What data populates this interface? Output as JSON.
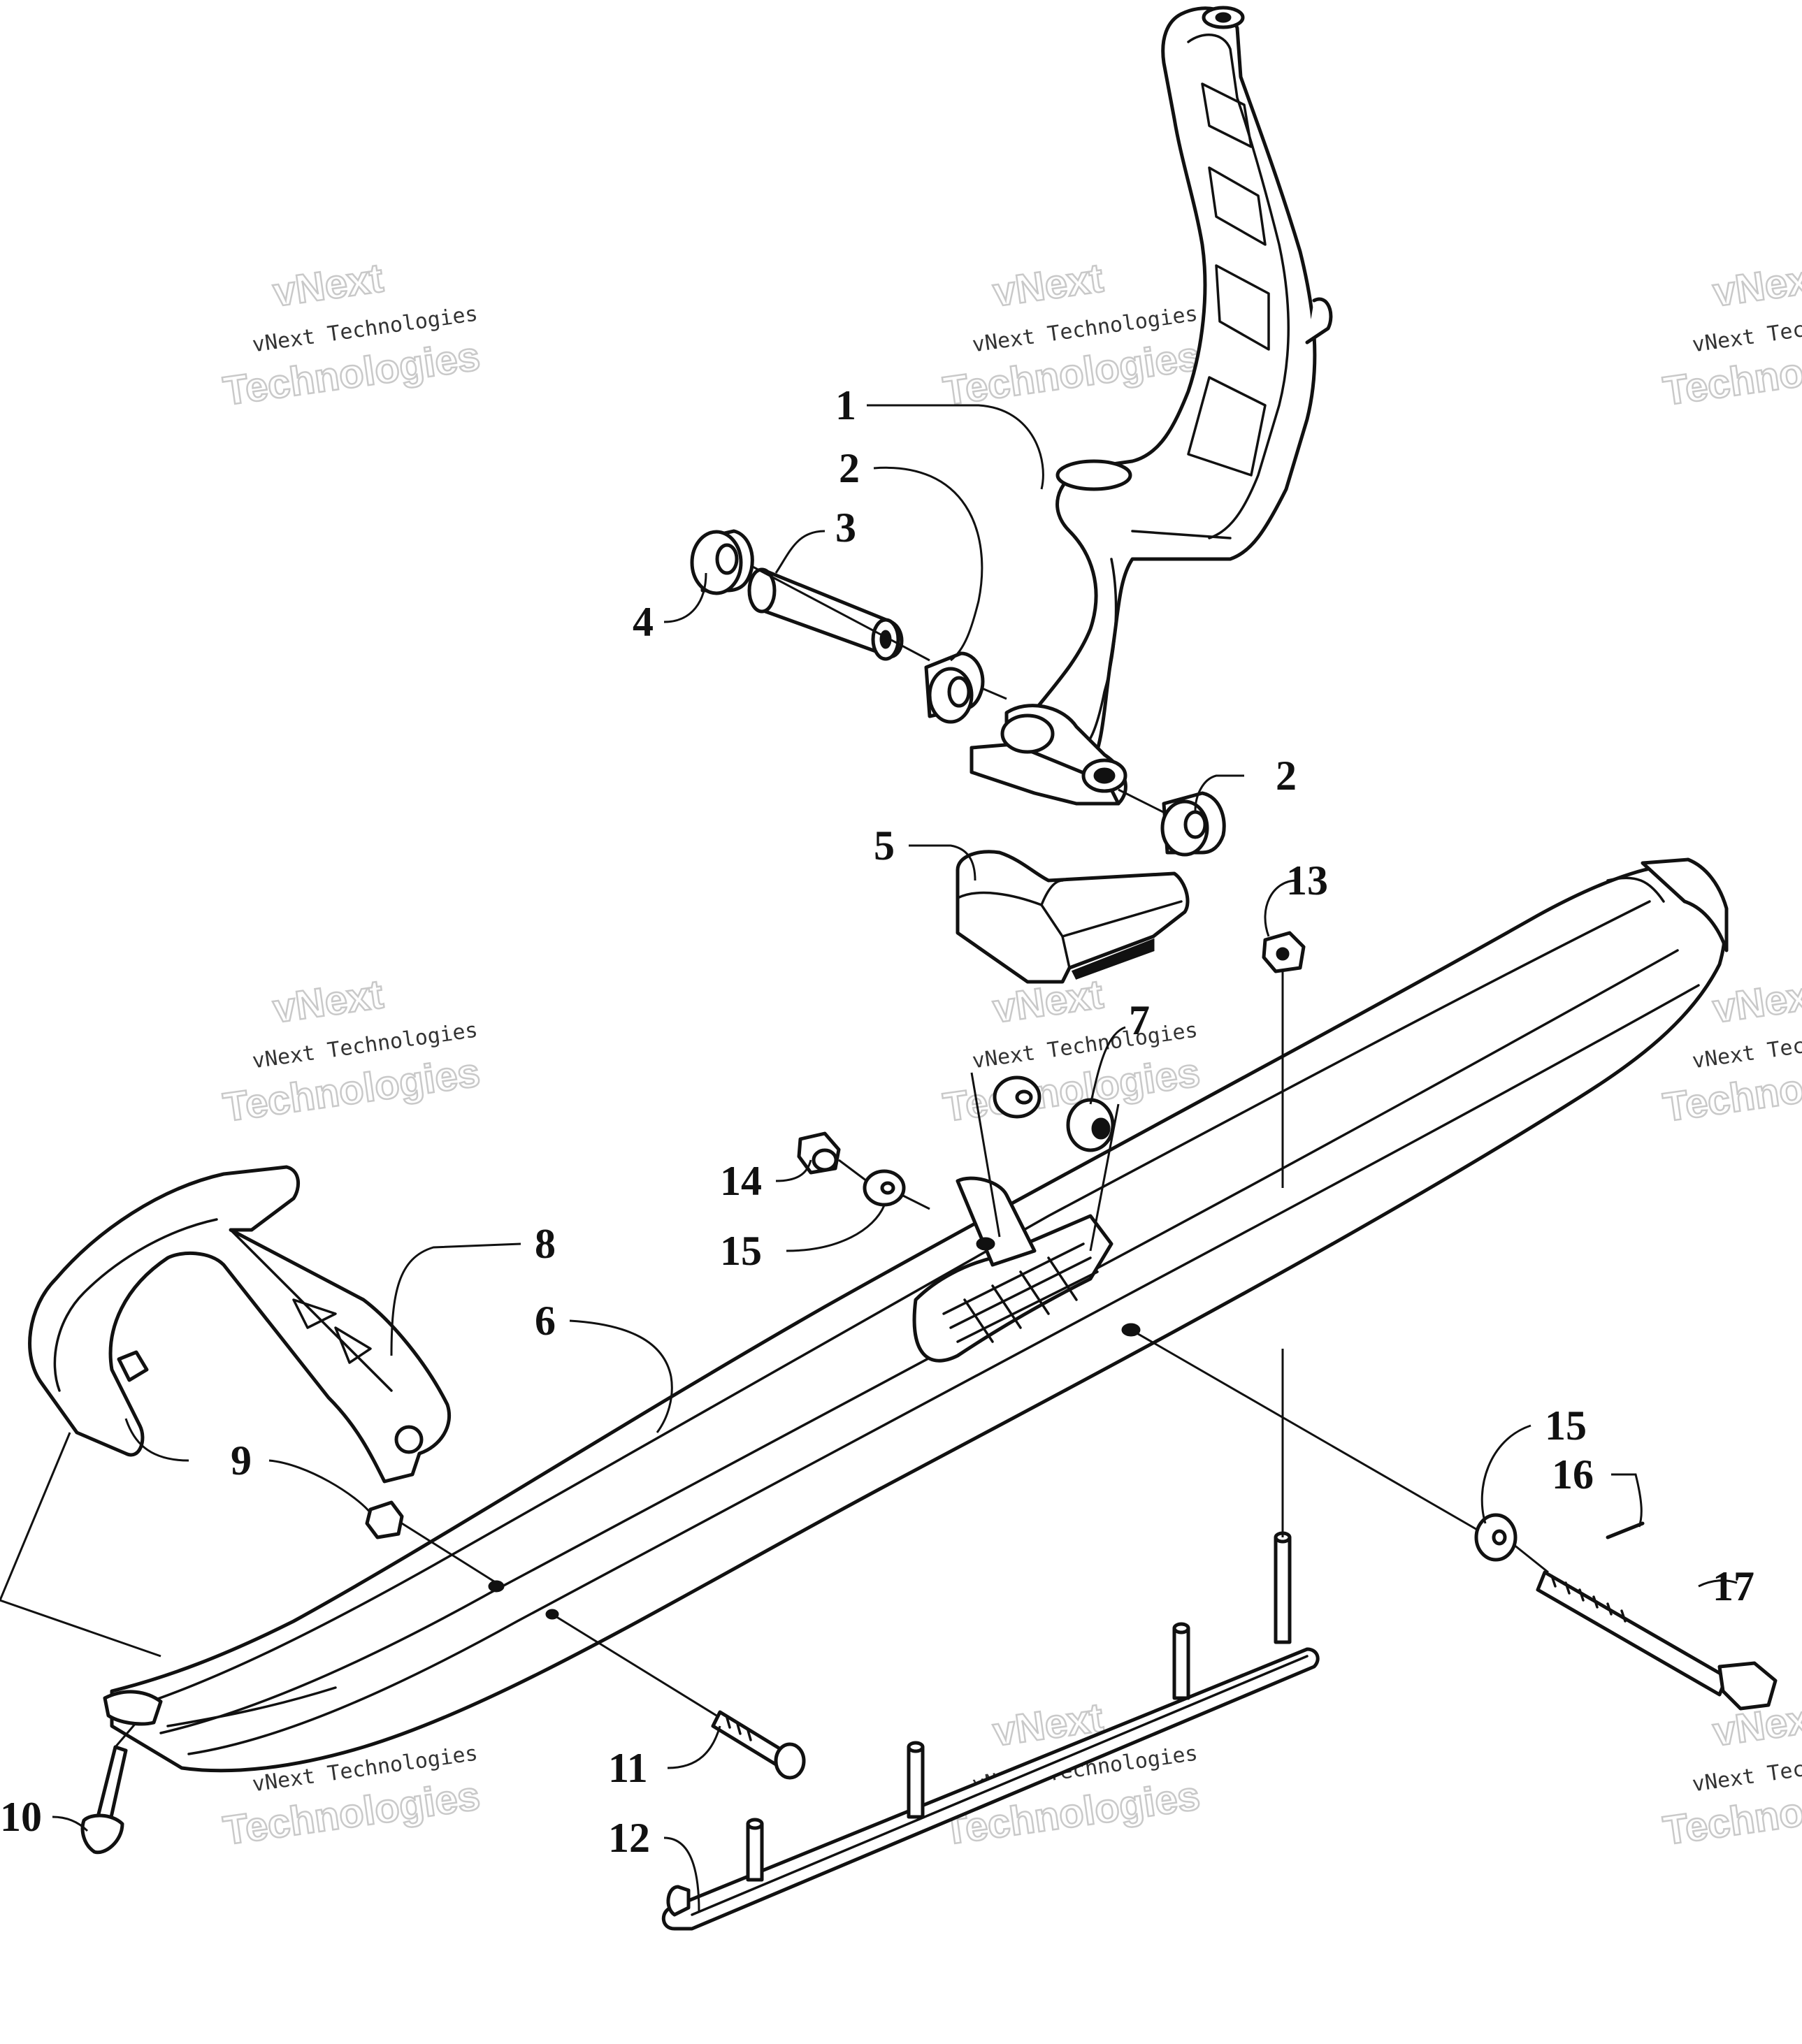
{
  "callouts": [
    {
      "id": "c1",
      "text": "1"
    },
    {
      "id": "c2a",
      "text": "2"
    },
    {
      "id": "c2b",
      "text": "2"
    },
    {
      "id": "c3",
      "text": "3"
    },
    {
      "id": "c4",
      "text": "4"
    },
    {
      "id": "c5",
      "text": "5"
    },
    {
      "id": "c6",
      "text": "6"
    },
    {
      "id": "c7",
      "text": "7"
    },
    {
      "id": "c8",
      "text": "8"
    },
    {
      "id": "c9",
      "text": "9"
    },
    {
      "id": "c10",
      "text": "10"
    },
    {
      "id": "c11",
      "text": "11"
    },
    {
      "id": "c12",
      "text": "12"
    },
    {
      "id": "c13",
      "text": "13"
    },
    {
      "id": "c14",
      "text": "14"
    },
    {
      "id": "c15a",
      "text": "15"
    },
    {
      "id": "c15b",
      "text": "15"
    },
    {
      "id": "c16",
      "text": "16"
    },
    {
      "id": "c17",
      "text": "17"
    }
  ],
  "watermark": {
    "line1": "vNext",
    "line2": "vNext Technologies",
    "line3": "Technologies"
  }
}
